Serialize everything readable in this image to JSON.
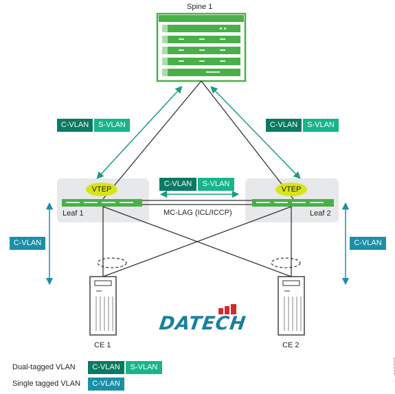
{
  "spine": {
    "label": "Spine 1"
  },
  "leaf1": {
    "label": "Leaf 1",
    "vtep": "VTEP"
  },
  "leaf2": {
    "label": "Leaf 2",
    "vtep": "VTEP"
  },
  "mclag": {
    "label": "MC-LAG (ICL/ICCP)"
  },
  "tags": {
    "cvlan": "C-VLAN",
    "svlan": "S-VLAN"
  },
  "ce1": {
    "label": "CE 1"
  },
  "ce2": {
    "label": "CE 2"
  },
  "logo": {
    "text": "DATECH"
  },
  "legend": {
    "dual": "Dual-tagged VLAN",
    "single": "Single tagged VLAN"
  },
  "figure_id": "jn-000729",
  "colors": {
    "cvlan": "#0a7a62",
    "svlan": "#18b48c",
    "cvlan_single": "#1b8fa8",
    "device": "#49b049",
    "vtep": "#d8e41a"
  }
}
